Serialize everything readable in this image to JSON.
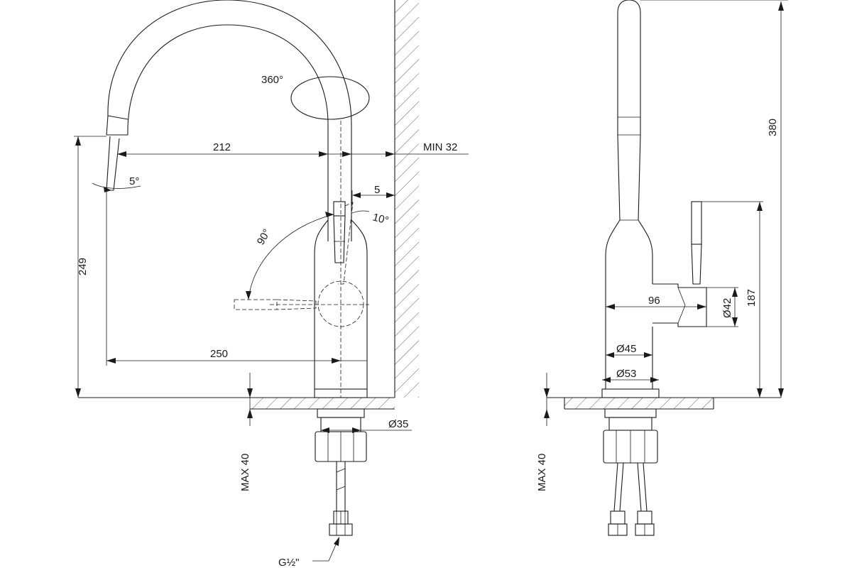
{
  "dimensions": {
    "spout_reach": "212",
    "wall_min": "MIN 32",
    "swivel": "360°",
    "spout_angle": "5°",
    "handle_offset": "5",
    "handle_tilt": "10°",
    "handle_rotation": "90°",
    "spout_height": "249",
    "handle_reach": "250",
    "mount_diameter": "Ø35",
    "max_thickness_front": "MAX 40",
    "thread": "G½\"",
    "total_height": "380",
    "lever_height": "187",
    "side_reach": "96",
    "lever_diameter": "Ø42",
    "body_diameter": "Ø45",
    "base_diameter": "Ø53",
    "max_thickness_side": "MAX 40"
  }
}
